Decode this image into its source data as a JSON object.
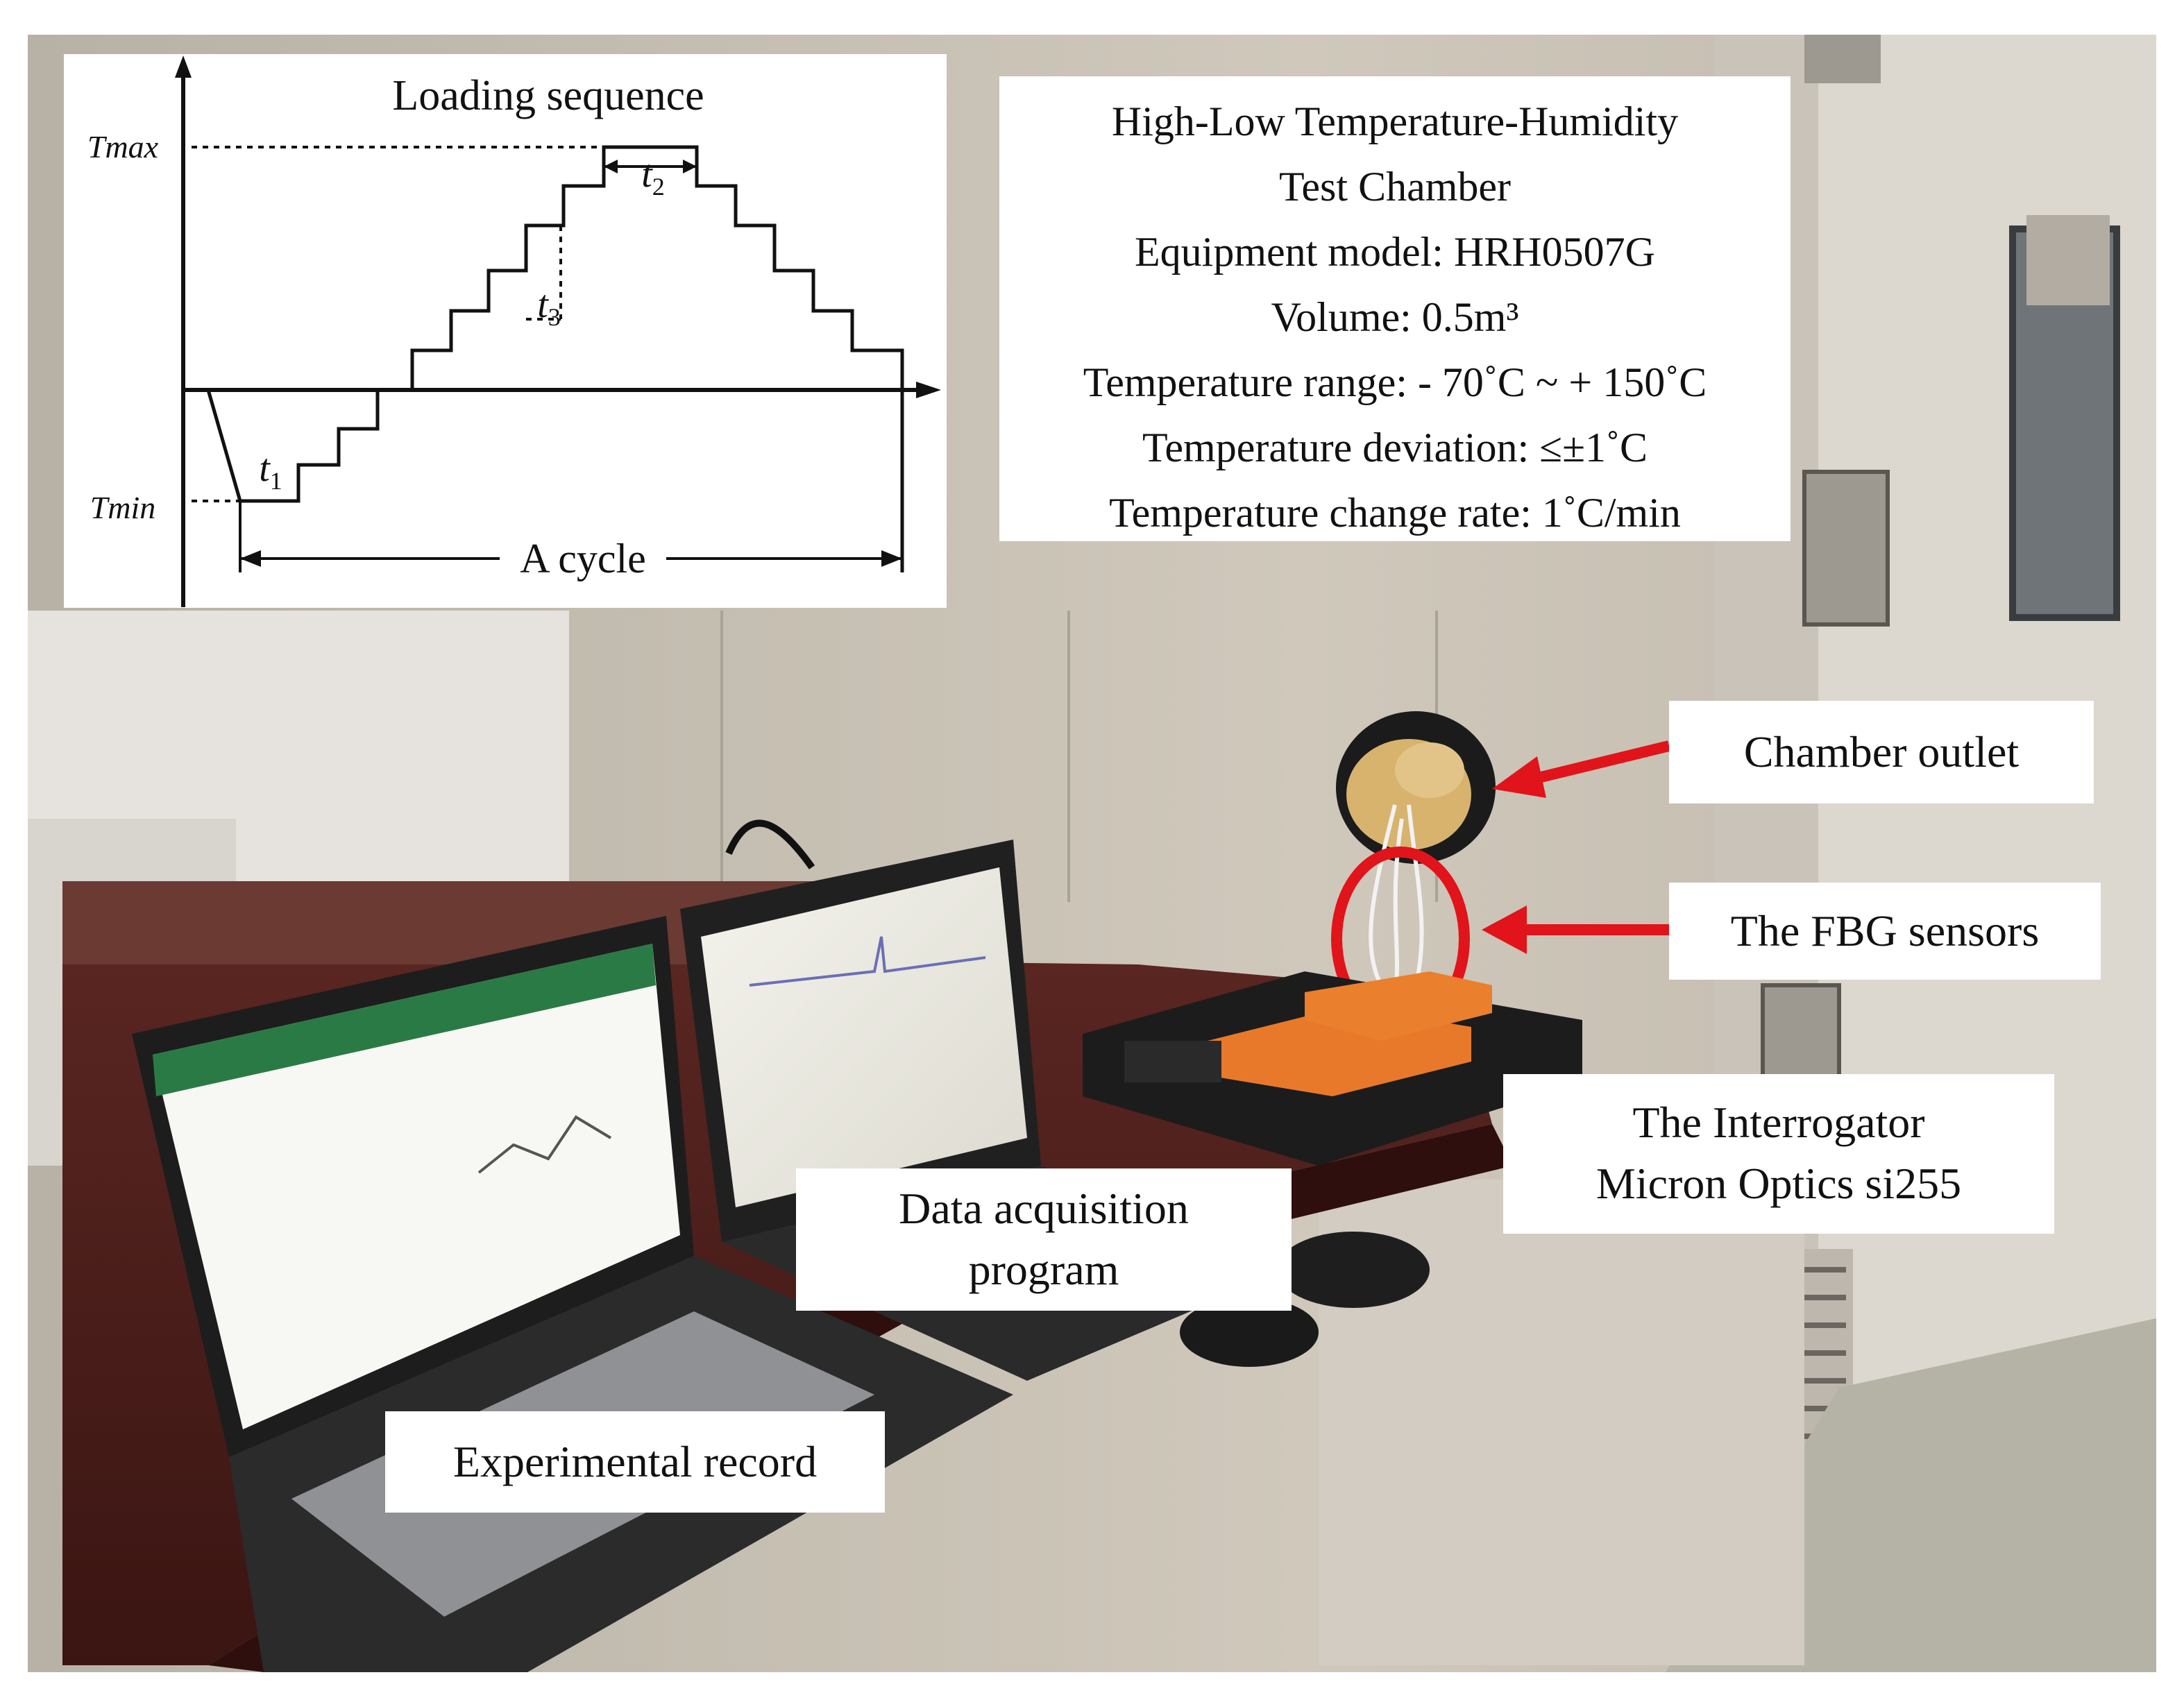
{
  "diagram": {
    "title": "Loading sequence",
    "tmax_label": "Tmax",
    "tmin_label": "Tmin",
    "t1_label": "t",
    "t1_sub": "1",
    "t2_label": "t",
    "t2_sub": "2",
    "t3_label": "t",
    "t3_sub": "3",
    "cycle_label": "A cycle"
  },
  "specs": {
    "line1": "High-Low Temperature-Humidity",
    "line2": "Test Chamber",
    "line3": "Equipment model: HRH0507G",
    "line4": "Volume: 0.5m³",
    "line5": "Temperature range: - 70˚C ~ + 150˚C",
    "line6": "Temperature deviation:  ≤±1˚C",
    "line7": "Temperature change rate: 1˚C/min"
  },
  "callouts": {
    "chamber_outlet": "Chamber outlet",
    "fbg_sensors": "The FBG sensors",
    "interrogator_line1": "The Interrogator",
    "interrogator_line2": "Micron Optics si255",
    "data_acq_line1": "Data acquisition",
    "data_acq_line2": "program",
    "experimental_record": "Experimental record"
  },
  "colors": {
    "arrow": "#e0141a",
    "wall": "#c8c0b2",
    "desk": "#4a1e1a",
    "chamber": "#d9d4cc"
  }
}
